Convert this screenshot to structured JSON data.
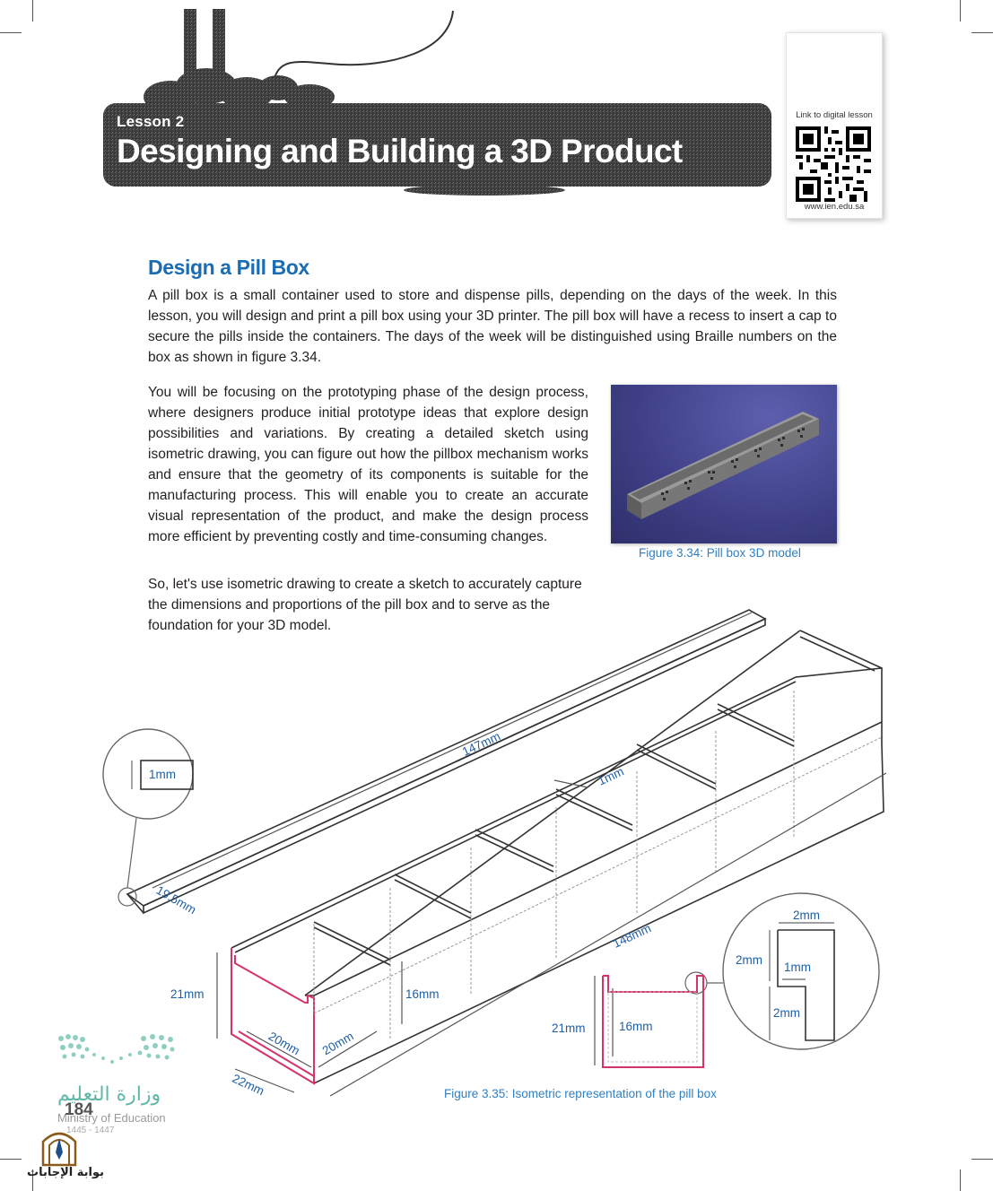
{
  "header": {
    "lesson_label": "Lesson 2",
    "title": "Designing and Building a 3D Product"
  },
  "digital_lesson": {
    "caption": "Link to digital lesson",
    "url": "www.ien.edu.sa"
  },
  "section": {
    "heading": "Design a Pill Box",
    "paragraph1": "A pill box is a small container used to store and dispense pills, depending on the days of the week. In this lesson, you will design and print a pill box using your 3D printer. The pill box will have a recess to insert a cap to secure the pills inside the containers. The days of the week will be distinguished using Braille numbers on the box as shown in figure 3.34.",
    "paragraph2": "You will be focusing on the prototyping phase of the design process, where designers produce initial prototype ideas that explore design possibilities and variations. By creating a detailed sketch using isometric drawing, you can figure out how the pillbox mechanism works and ensure that the geometry of its components is suitable for the manufacturing process. This will enable you to create an accurate visual representation of the product, and make the design process more efficient by preventing costly and time-consuming changes.",
    "paragraph3": "So, let's use isometric drawing to create a sketch to accurately capture the dimensions and proportions of the pill box and to serve as the foundation for your 3D model."
  },
  "figure_334": {
    "caption": "Figure 3.34: Pill box 3D model"
  },
  "figure_335": {
    "caption": "Figure 3.35: Isometric representation of the pill box",
    "dimensions": {
      "lid_thickness": "1mm",
      "lid_length": "147mm",
      "lid_width": "19.5mm",
      "divider": "1mm",
      "box_length": "148mm",
      "box_height": "21mm",
      "inner_height": "16mm",
      "compartment_a": "20mm",
      "compartment_b": "20mm",
      "box_width": "22mm",
      "section_height": "21mm",
      "section_inner": "16mm",
      "detail_top": "2mm",
      "detail_left": "2mm",
      "detail_gap": "1mm",
      "detail_bottom": "2mm"
    }
  },
  "footer": {
    "ministry_arabic": "وزارة التعليم",
    "ministry_english": "Ministry of Education",
    "year": "1445 - 1447",
    "page_number": "184",
    "portal_name": "بوابة الإجابات"
  },
  "colors": {
    "heading_blue": "#1a6cb3",
    "caption_blue": "#2f7fc1",
    "banner_dark": "#3b3b3b",
    "section_pink": "#d6336c"
  }
}
